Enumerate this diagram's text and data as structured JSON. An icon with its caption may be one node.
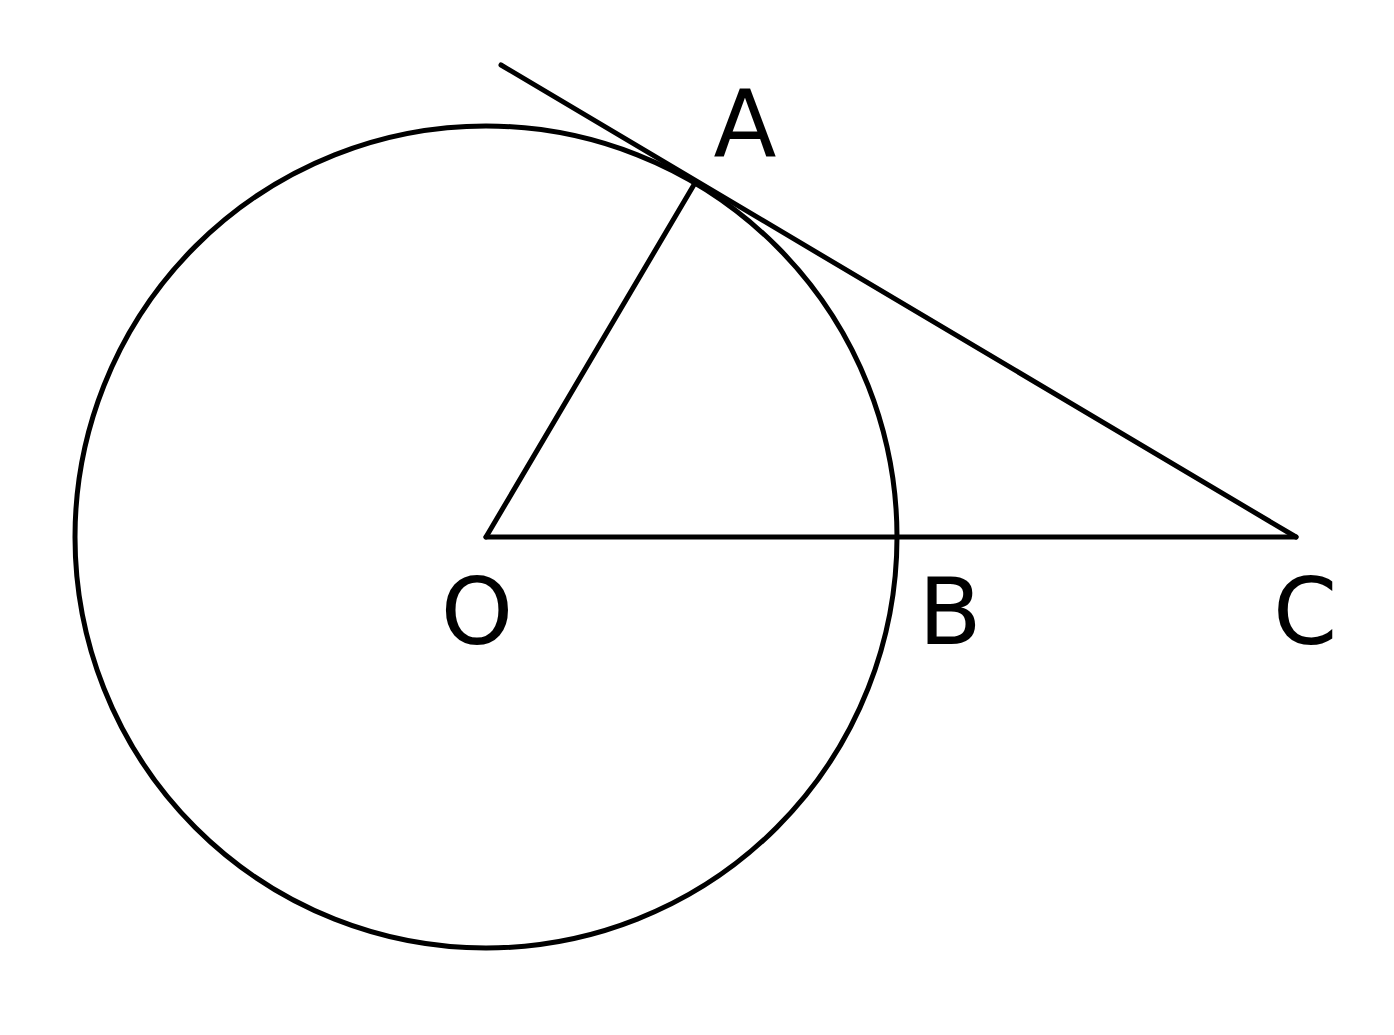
{
  "diagram": {
    "labels": [
      "A",
      "O",
      "B",
      "C"
    ]
  }
}
